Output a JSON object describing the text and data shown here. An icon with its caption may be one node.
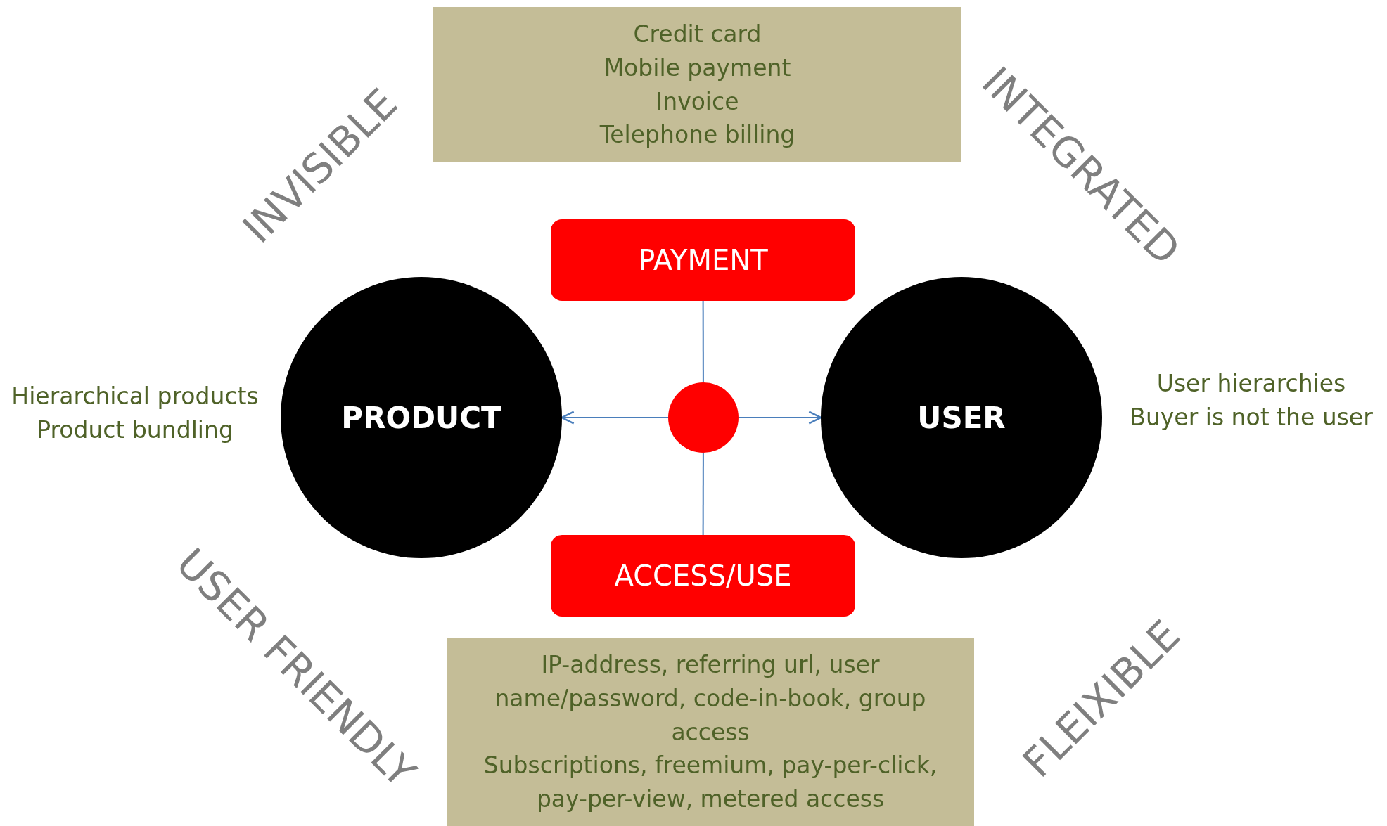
{
  "diagram": {
    "nodes": [
      {
        "text": [
          "Credit card",
          "Mobile payment",
          "Invoice",
          "Telephone billing"
        ]
      },
      {
        "text": [
          "PAYMENT"
        ]
      },
      {
        "text": [
          "PRODUCT"
        ],
        "beside": [
          "Hierarchical products",
          "Product bundling"
        ]
      },
      {
        "text": [],
        "shape": "circle"
      },
      {
        "text": [
          "USER"
        ],
        "beside": [
          "User hierarchies",
          "Buyer is not the user"
        ]
      },
      {
        "text": [
          "ACCESS/USE"
        ]
      },
      {
        "text": [
          "IP-address, referring url, user name/password, code-in-book, group access",
          "Subscriptions, freemium, pay-per-click, pay-per-view, metered access"
        ]
      }
    ],
    "edges": [
      {
        "from": 1,
        "to": 3,
        "arrow": "none"
      },
      {
        "from": 3,
        "to": 2,
        "arrow": "to"
      },
      {
        "from": 3,
        "to": 4,
        "arrow": "to"
      },
      {
        "from": 3,
        "to": 5,
        "arrow": "none"
      }
    ],
    "labels": [
      "INVISIBLE",
      "INTEGRATED",
      "USER FRIENDLY",
      "FLEIXIBLE"
    ]
  }
}
